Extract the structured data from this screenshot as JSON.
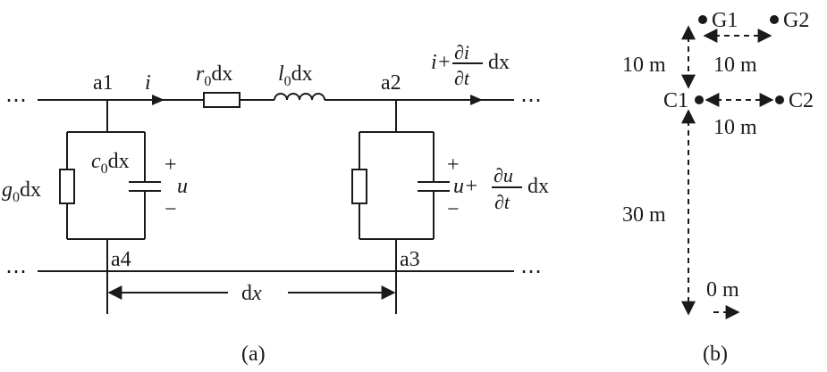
{
  "panel_a": {
    "caption": "(a)",
    "ellipsis": "⋯",
    "nodes": {
      "a1": "a1",
      "a2": "a2",
      "a3": "a3",
      "a4": "a4"
    },
    "current_in": "i",
    "resistor": {
      "sym": "r",
      "sub": "0",
      "tail": "dx"
    },
    "inductor": {
      "sym": "l",
      "sub": "0",
      "tail": "dx"
    },
    "current_out": {
      "lead": "i+",
      "num": "∂i",
      "den": "∂t",
      "tail": "dx"
    },
    "conductance": {
      "sym": "g",
      "sub": "0",
      "tail": "dx"
    },
    "capacitor": {
      "sym": "c",
      "sub": "0",
      "tail": "dx"
    },
    "plus": "+",
    "minus": "−",
    "voltage_in": "u",
    "voltage_out": {
      "lead": "u+",
      "num": "∂u",
      "den": "∂t",
      "tail": "dx"
    },
    "length_label": {
      "d": "d",
      "x": "x"
    }
  },
  "panel_b": {
    "caption": "(b)",
    "points": {
      "g1": "G1",
      "g2": "G2",
      "c1": "C1",
      "c2": "C2"
    },
    "dist_g1_c1": "10 m",
    "dist_g1_g2": "10 m",
    "dist_c1_c2": "10 m",
    "dist_c1_base": "30 m",
    "origin": "0 m"
  }
}
